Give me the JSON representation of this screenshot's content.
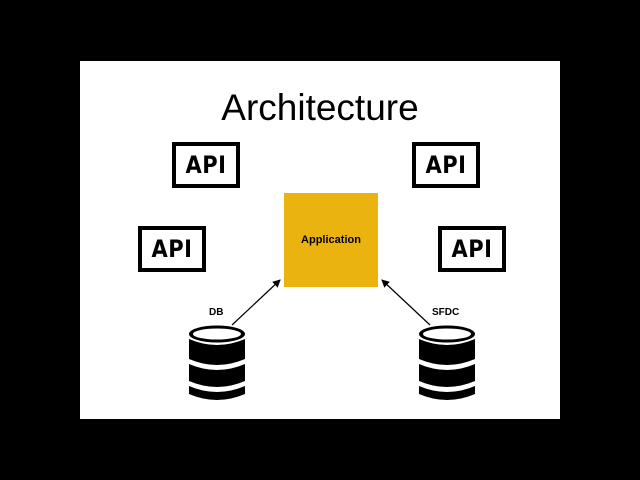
{
  "slide": {
    "title": "Architecture"
  },
  "nodes": {
    "api_label": "API",
    "application": {
      "label": "Application",
      "color": "#eab30f"
    },
    "db": {
      "label": "DB",
      "icon": "database-icon"
    },
    "sfdc": {
      "label": "SFDC",
      "icon": "database-icon"
    }
  },
  "edges": [
    {
      "from": "DB",
      "to": "Application"
    },
    {
      "from": "SFDC",
      "to": "Application"
    }
  ]
}
